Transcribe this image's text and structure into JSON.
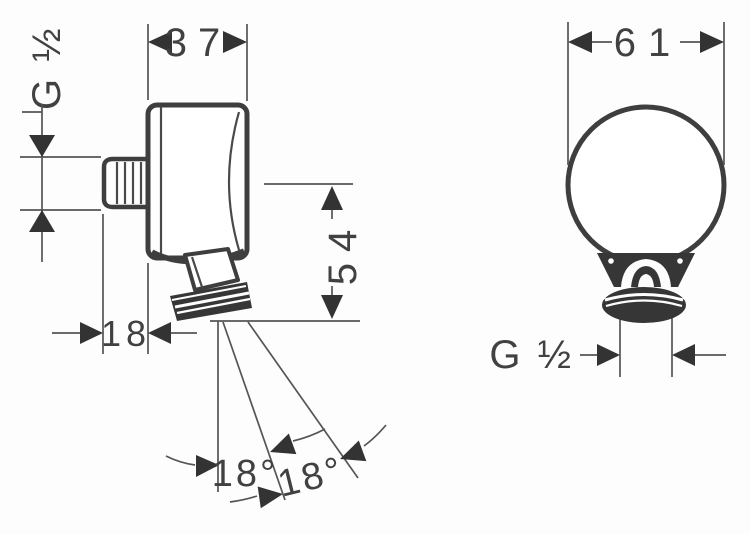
{
  "palette": {
    "background": "#fdfdfd",
    "ink": "#3e3e3e",
    "dim_line": "#555555",
    "text": "#414141"
  },
  "drawing": {
    "type": "technical-dimension-drawing",
    "subject": "wall outlet with swivel hose connector, side view and front view"
  },
  "side_view": {
    "width_mm": "37",
    "projection_mm": "18",
    "height_mm": "54",
    "inlet_thread": "G ½",
    "swivel_angle_1": "18°",
    "swivel_angle_2": "18°"
  },
  "front_view": {
    "diameter_mm": "61",
    "outlet_thread": "G ½"
  }
}
